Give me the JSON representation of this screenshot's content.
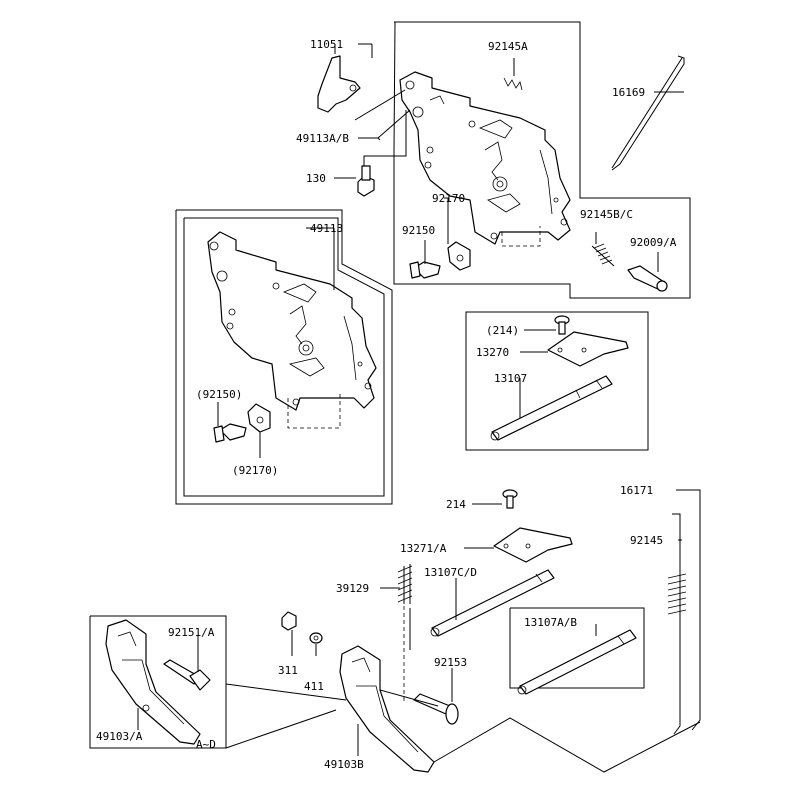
{
  "labels": {
    "p11051": "11051",
    "p92145A": "92145A",
    "p16169": "16169",
    "p49113AB": "49113A/B",
    "p130": "130",
    "p92170": "92170",
    "p92150": "92150",
    "p92145BC": "92145B/C",
    "p92009A": "92009/A",
    "p49113": "49113",
    "p214paren": "(214)",
    "p13270": "13270",
    "p13107": "13107",
    "p92150paren": "(92150)",
    "p92170paren": "(92170)",
    "p214": "214",
    "p16171": "16171",
    "p13271A": "13271/A",
    "p92145": "92145",
    "p39129": "39129",
    "p13107CD": "13107C/D",
    "p13107AB": "13107A/B",
    "p92151A": "92151/A",
    "p311": "311",
    "p411": "411",
    "p92153": "92153",
    "p49103A": "49103/A",
    "pAD": "A~D",
    "p49103B": "49103B"
  }
}
